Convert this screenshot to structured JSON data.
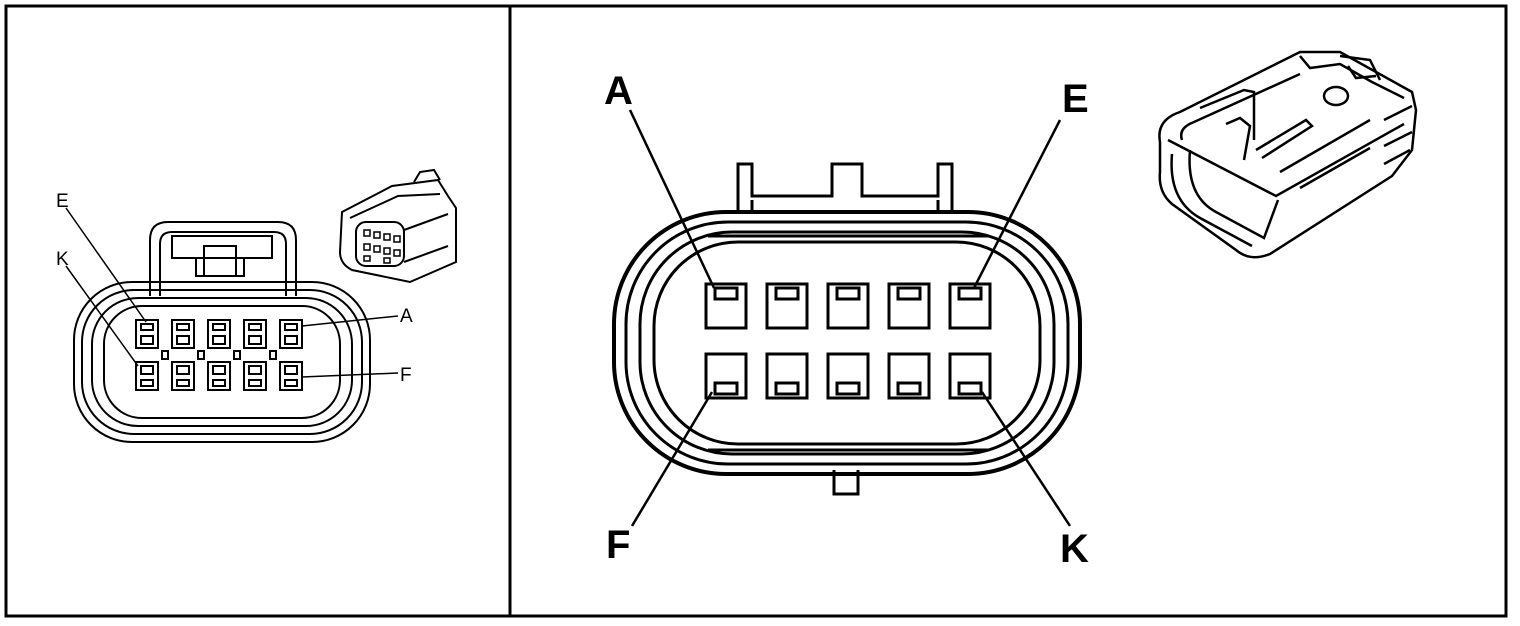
{
  "diagram": {
    "left_panel": {
      "pin_labels": {
        "top_left": "E",
        "bottom_left": "K",
        "top_right": "A",
        "bottom_right": "F"
      },
      "top_row_cavities": 5,
      "bottom_row_cavities": 5
    },
    "right_panel": {
      "pin_labels": {
        "top_left": "A",
        "top_right": "E",
        "bottom_left": "F",
        "bottom_right": "K"
      },
      "top_row_cavities": 5,
      "bottom_row_cavities": 5
    },
    "colors": {
      "line": "#000000",
      "background": "#ffffff"
    }
  }
}
